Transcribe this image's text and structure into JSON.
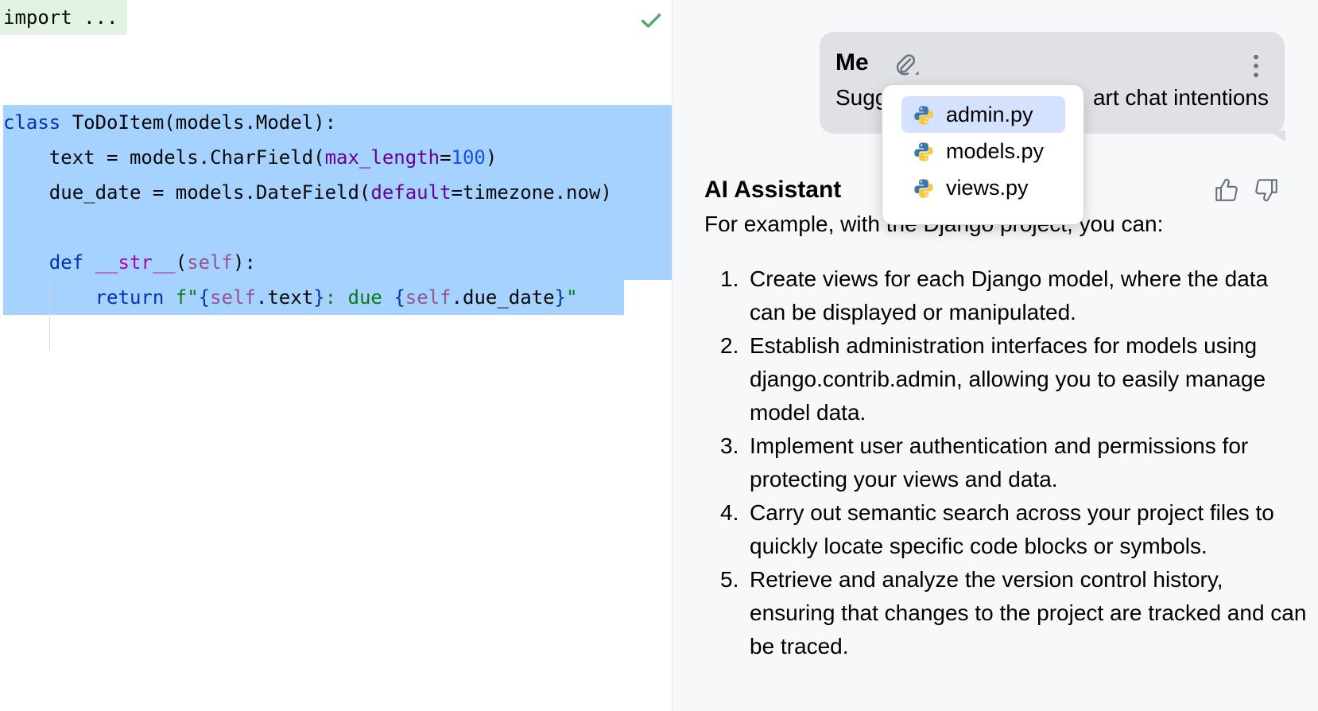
{
  "editor": {
    "folded_import": "import ...",
    "status": "ok",
    "lines": [
      {
        "id": "l1",
        "parts": [
          [
            "kw",
            "class"
          ],
          [
            "plain",
            " ToDoItem(models.Model):"
          ]
        ]
      },
      {
        "id": "l2",
        "parts": [
          [
            "plain",
            "    text = models.CharField("
          ],
          [
            "param",
            "max_length"
          ],
          [
            "plain",
            "="
          ],
          [
            "num",
            "100"
          ],
          [
            "plain",
            ")"
          ]
        ]
      },
      {
        "id": "l3",
        "parts": [
          [
            "plain",
            "    due_date = models.DateField("
          ],
          [
            "param",
            "default"
          ],
          [
            "plain",
            "=timezone.now)"
          ]
        ]
      },
      {
        "id": "l4",
        "parts": [
          [
            "plain",
            ""
          ]
        ]
      },
      {
        "id": "l5",
        "parts": [
          [
            "kw",
            "    def "
          ],
          [
            "fn-dunder",
            "__str__"
          ],
          [
            "plain",
            "("
          ],
          [
            "self",
            "self"
          ],
          [
            "plain",
            "):"
          ]
        ]
      },
      {
        "id": "l6",
        "parts": [
          [
            "kw",
            "        return "
          ],
          [
            "str",
            "f\""
          ],
          [
            "brace",
            "{"
          ],
          [
            "self",
            "self"
          ],
          [
            "plain",
            ".text"
          ],
          [
            "brace",
            "}"
          ],
          [
            "str",
            ": due "
          ],
          [
            "brace",
            "{"
          ],
          [
            "self",
            "self"
          ],
          [
            "plain",
            ".due_date"
          ],
          [
            "brace",
            "}"
          ],
          [
            "str",
            "\""
          ]
        ]
      }
    ]
  },
  "chat": {
    "me_name": "Me",
    "me_message_start": "Sugg",
    "me_message_end": "art chat intentions",
    "ai_name": "AI Assistant",
    "ai_intro": "For example, with the Django project, you can:",
    "ai_list": [
      {
        "n": "1.",
        "text": "Create views for each Django model, where the data can be displayed or manipulated."
      },
      {
        "n": "2.",
        "text": "Establish administration interfaces for models using django.contrib.admin, allowing you to easily manage model data."
      },
      {
        "n": "3.",
        "text": "Implement user authentication and permissions for protecting your views and data."
      },
      {
        "n": "4.",
        "text": "Carry out semantic search across your project files to quickly locate specific code blocks or symbols."
      },
      {
        "n": "5.",
        "text": "Retrieve and analyze the version control history, ensuring that changes to the project are tracked and can be traced."
      }
    ]
  },
  "popup": {
    "items": [
      {
        "label": "admin.py",
        "selected": true
      },
      {
        "label": "models.py",
        "selected": false
      },
      {
        "label": "views.py",
        "selected": false
      }
    ]
  },
  "colors": {
    "selection": "#a6d2ff",
    "popup_selected": "#d4e2ff",
    "check": "#59a869"
  }
}
